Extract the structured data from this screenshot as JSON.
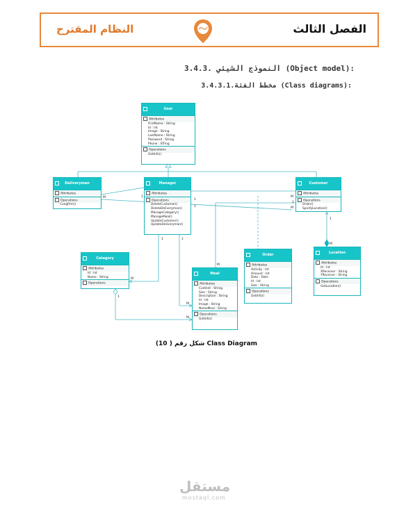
{
  "header": {
    "chapter": "الفصل الثالث",
    "system": "النظام المقترح"
  },
  "headings": {
    "h1": "3.4.3.     النموذج الشيئي (Object model):",
    "h2": "3.4.3.1.مخطط الفئة (Class diagrams):"
  },
  "caption": "شكل رقم ( 10) Class Diagram",
  "watermark": {
    "logo": "مستقل",
    "domain": "mostaql.com"
  },
  "classes": {
    "user": {
      "name": "User",
      "attr_label": "Attributes",
      "attrs": [
        "FirstName : String",
        "Id : Int",
        "Image : String",
        "LastName : String",
        "Password : String",
        "Phone : STring"
      ],
      "ops_label": "Operations",
      "ops": [
        "GetInfo()"
      ]
    },
    "delivery": {
      "name": "Deliveryman",
      "attr_label": "Attributes",
      "attrs": [],
      "ops_label": "Operations",
      "ops": [
        "Congfirm()"
      ]
    },
    "manager": {
      "name": "Manager",
      "attr_label": "Attributes",
      "attrs": [],
      "ops_label": "Operations",
      "ops": [
        "DeleteCustomer()",
        "DeleteDeliveryman()",
        "ManageCategory()",
        "ManageMeal()",
        "UpdateCustomer()",
        "UpdateDeliveryman()"
      ]
    },
    "customer": {
      "name": "Customer",
      "attr_label": "Attributes",
      "attrs": [],
      "ops_label": "Operations",
      "ops": [
        "Order()",
        "SpicifyLocation()"
      ]
    },
    "category": {
      "name": "Category",
      "attr_label": "Attributes",
      "attrs": [
        "Id : Int",
        "Name : String"
      ],
      "ops_label": "Operations",
      "ops": []
    },
    "order": {
      "name": "Order",
      "attr_label": "Attributes",
      "attrs": [
        "Activity : Int",
        "Amount : Int",
        "Date : Date",
        "Id : Int",
        "Size : String"
      ],
      "ops_label": "Operations",
      "ops": [
        "GetInfo()"
      ]
    },
    "location": {
      "name": "Location",
      "attr_label": "Attributes",
      "attrs": [
        "Id : Int",
        "XReceiver : String",
        "YReceiver : String"
      ],
      "ops_label": "Operations",
      "ops": [
        "GetLocation()"
      ]
    },
    "meal": {
      "name": "Meal",
      "attr_label": "Attributes",
      "attrs": [
        "Content : String",
        "Size : String",
        "Description : String",
        "Id : Int",
        "Image : String",
        "NameMeal : String"
      ],
      "ops_label": "Operations",
      "ops": [
        "GetInfo()"
      ]
    }
  },
  "multiplicities": [
    "M",
    "1",
    "M",
    "1",
    "M",
    "1",
    "1",
    "M",
    "1",
    "M",
    "M",
    "1",
    "1",
    "M",
    "1",
    "M"
  ],
  "colors": {
    "accent": "#e8883a",
    "class_header": "#17c5c9",
    "class_border": "#17b5bb"
  }
}
